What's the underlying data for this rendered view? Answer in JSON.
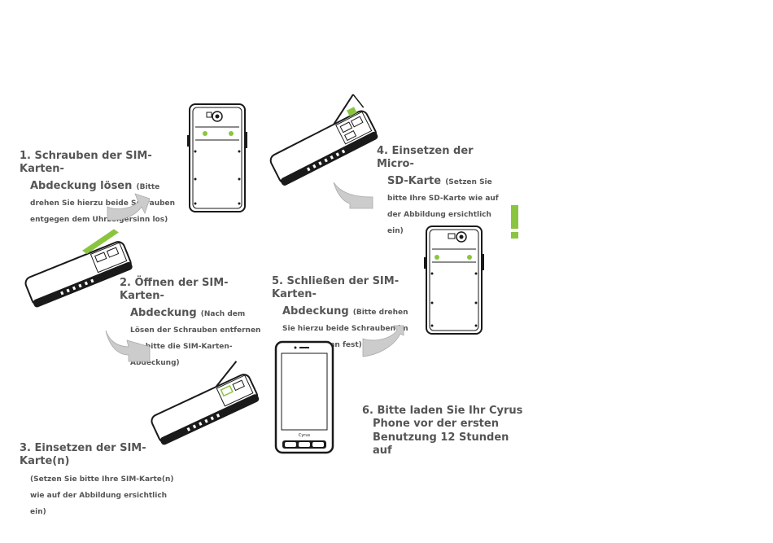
{
  "colors": {
    "accent": "#8bc53f",
    "text": "#555555",
    "line": "#1a1a1a",
    "arrow": "#cccccc"
  },
  "steps": [
    {
      "title_a": "1. Schrauben der SIM-Karten-",
      "title_b": "Abdeckung lösen",
      "sub": "(Bitte drehen Sie hierzu beide Schrauben entgegen dem Uhrzeigersinn los)"
    },
    {
      "title_a": "2. Öffnen der SIM-Karten-",
      "title_b": "Abdeckung",
      "sub": "(Nach dem Lösen der Schrauben entfernen Sie bitte die SIM-Karten-Abdeckung)"
    },
    {
      "title_a": "3. Einsetzen der SIM-Karte(n)",
      "sub": "(Setzen Sie bitte Ihre SIM-Karte(n) wie auf der Abbildung ersichtlich ein)"
    },
    {
      "title_a": "4. Einsetzen der Micro-",
      "title_b": "SD-Karte",
      "sub": "(Setzen Sie bitte Ihre SD-Karte wie auf der Abbildung ersichtlich ein)"
    },
    {
      "title_a": "5. Schließen der SIM-Karten-",
      "title_b": "Abdeckung",
      "sub": "(Bitte drehen Sie hierzu beide Schrauben im Uhrzeigersinn fest)"
    },
    {
      "line1": "6. Bitte laden Sie Ihr Cyrus",
      "line2": "Phone vor der ersten",
      "line3": "Benutzung 12 Stunden auf"
    }
  ],
  "phone_brand": "Cyrus",
  "notice_symbol": "!"
}
